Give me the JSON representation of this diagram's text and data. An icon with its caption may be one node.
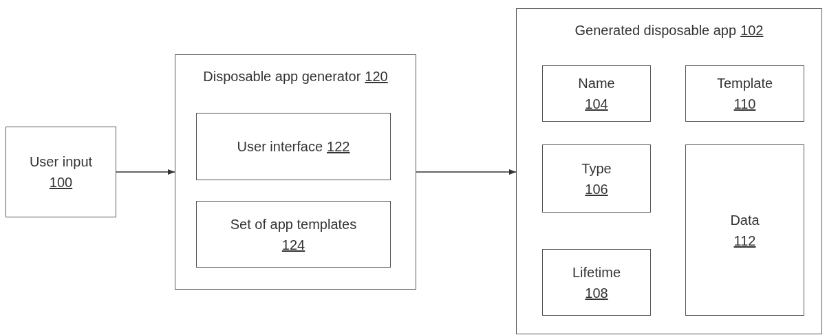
{
  "diagram": {
    "nodes": [
      {
        "text": [
          "User input",
          "100"
        ]
      },
      {
        "text": [
          "Disposable app generator",
          "120"
        ]
      },
      {
        "text": [
          "User interface",
          "122"
        ],
        "in": 1
      },
      {
        "text": [
          "Set of app templates",
          "124"
        ],
        "in": 1
      },
      {
        "text": [
          "Generated disposable app",
          "102"
        ]
      },
      {
        "text": [
          "Name",
          "104"
        ],
        "in": 4
      },
      {
        "text": [
          "Template",
          "110"
        ],
        "in": 4
      },
      {
        "text": [
          "Type",
          "106"
        ],
        "in": 4
      },
      {
        "text": [
          "Data",
          "112"
        ],
        "in": 4
      },
      {
        "text": [
          "Lifetime",
          "108"
        ],
        "in": 4
      }
    ],
    "edges": [
      {
        "from": 0,
        "to": 1,
        "arrow": "to"
      },
      {
        "from": 1,
        "to": 4,
        "arrow": "to"
      }
    ]
  }
}
